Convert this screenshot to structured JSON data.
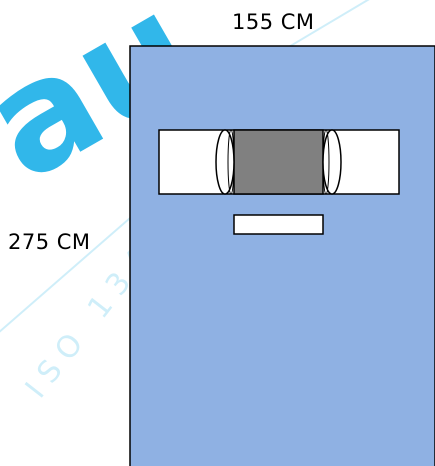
{
  "dimensions": {
    "width_label": "155 CM",
    "height_label": "275 CM"
  },
  "colors": {
    "drape_fill": "#8fb1e3",
    "drape_border": "#000000",
    "fenestration_fill": "#808080",
    "adhesive_strip_fill": "#ffffff",
    "watermark": "#29b6e6"
  },
  "watermark": {
    "large_text": "au",
    "line_text": "ISO 13485"
  }
}
